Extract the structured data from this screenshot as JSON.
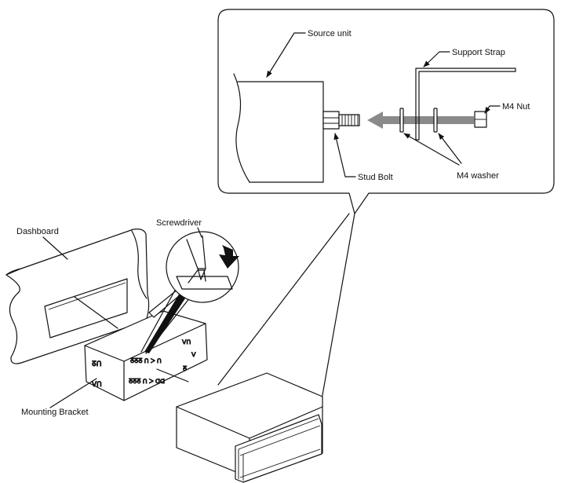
{
  "labels": {
    "source_unit": "Source unit",
    "support_strap": "Support Strap",
    "m4_nut": "M4 Nut",
    "stud_bolt": "Stud Bolt",
    "m4_washer": "M4 washer",
    "dashboard": "Dashboard",
    "screwdriver": "Screwdriver",
    "mounting_bracket": "Mounting Bracket"
  },
  "colors": {
    "line": "#111111",
    "arrow": "#8a8a8a",
    "background": "#ffffff"
  }
}
